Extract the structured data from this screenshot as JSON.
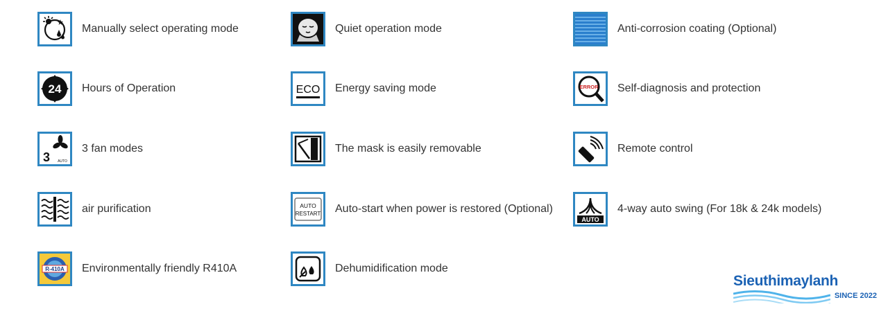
{
  "features": [
    {
      "id": "manual-mode",
      "label": "Manually select operating mode",
      "icon": "manual-mode-icon"
    },
    {
      "id": "quiet-mode",
      "label": "Quiet operation mode",
      "icon": "sleeping-face-icon"
    },
    {
      "id": "anti-corrosion",
      "label": "Anti-corrosion coating (Optional)",
      "icon": "coating-fins-icon"
    },
    {
      "id": "hours-operation",
      "label": "Hours of Operation",
      "icon": "timer-24-icon",
      "icon_text": "24"
    },
    {
      "id": "energy-saving",
      "label": "Energy saving mode",
      "icon": "eco-icon",
      "icon_text": "ECO"
    },
    {
      "id": "self-diagnosis",
      "label": "Self-diagnosis and protection",
      "icon": "error-magnifier-icon",
      "icon_text": "ERROR"
    },
    {
      "id": "fan-modes",
      "label": "3 fan modes",
      "icon": "fan-3-auto-icon",
      "icon_text": "3",
      "icon_subtext": "AUTO"
    },
    {
      "id": "removable-mask",
      "label": "The mask is easily removable",
      "icon": "removable-panel-icon"
    },
    {
      "id": "remote-control",
      "label": "Remote control",
      "icon": "remote-signal-icon"
    },
    {
      "id": "air-purification",
      "label": "air purification",
      "icon": "air-filter-icon"
    },
    {
      "id": "auto-restart",
      "label": "Auto-start when power is restored (Optional)",
      "icon": "auto-restart-icon",
      "icon_text": "AUTO",
      "icon_subtext": "RESTART"
    },
    {
      "id": "auto-swing",
      "label": "4-way auto swing (For 18k & 24k models)",
      "icon": "swing-auto-icon",
      "icon_text": "AUTO"
    },
    {
      "id": "r410a",
      "label": "Environmentally friendly R410A",
      "icon": "r410a-badge-icon",
      "icon_text": "R-410A"
    },
    {
      "id": "dehumidification",
      "label": "Dehumidification mode",
      "icon": "droplets-icon"
    }
  ],
  "logo": {
    "name": "Sieuthimaylanh",
    "since": "SINCE 2022"
  },
  "colors": {
    "icon_border": "#2f87c2",
    "label_text": "#333333",
    "logo_blue": "#1b62b4",
    "logo_wave": "#4fb3ea"
  }
}
